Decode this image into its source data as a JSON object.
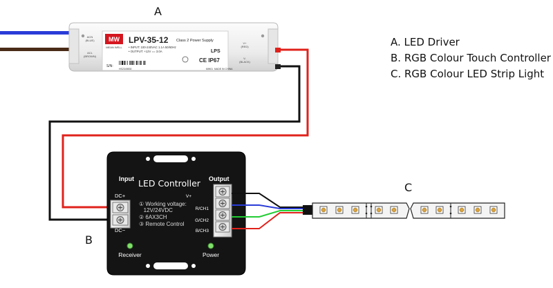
{
  "labels": {
    "a": "A",
    "b": "B",
    "c": "C"
  },
  "legend": [
    "A. LED Driver",
    "B. RGB Colour Touch Controller",
    "C. RGB Colour LED Strip Light"
  ],
  "driver": {
    "brand": "MW",
    "brand_sub": "MEAN WELL",
    "model": "LPV-35-12",
    "class_text": "Class 2 Power Supply",
    "spec_input": "• INPUT:  100-240VAC  1.1A  50/60Hz",
    "spec_output": "• OUTPUT: +12V == 3.0A",
    "lps": "LPS",
    "ce_ip": "CE  IP67",
    "sn_label": "S/N:",
    "sn_value": "HS2349830",
    "left_top": "ACN\n(BLUE)",
    "left_bottom": "ACL\n(BROWN)",
    "right_top": "V+\n(RED)",
    "right_bottom": "V-\n(BLACK)",
    "made_in": "MADE IN CHINA",
    "mw_code": "MW01"
  },
  "controller": {
    "title": "LED Controller",
    "input_label": "Input",
    "output_label": "Output",
    "dc_plus": "DC+",
    "dc_minus": "DC−",
    "spec_lines": [
      "① Working voltage:",
      "   12V/24VDC",
      "② 6AX3CH",
      "③ Remote Control"
    ],
    "out_terms": [
      "V+",
      "R/CH1",
      "G/CH2",
      "B/CH3"
    ],
    "receiver": "Receiver",
    "power": "Power"
  },
  "colors": {
    "red_wire": "#e0211b",
    "black_wire": "#111111",
    "blue_wire": "#2a3cd8",
    "green_wire": "#22cc33",
    "controller_body": "#141414",
    "strip_body": "#f2f2f2",
    "led_amber": "#d9a441"
  }
}
